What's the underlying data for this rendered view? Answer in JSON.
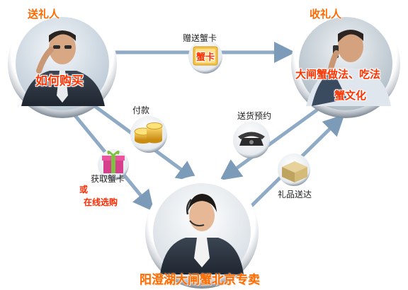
{
  "roles": {
    "sender": "送礼人",
    "receiver": "收礼人"
  },
  "nodes": {
    "sender_overlay": "如何购买",
    "receiver_overlay_line1": "大闸蟹做法、吃法",
    "receiver_overlay_line2": "蟹文化"
  },
  "steps": {
    "gift_card": "赠送蟹卡",
    "card_badge": "蟹卡",
    "payment": "付款",
    "delivery_appointment": "送货预约",
    "get_card": "获取蟹卡",
    "or": "或",
    "online_purchase": "在线选购",
    "gift_delivered": "礼品送达"
  },
  "brand": {
    "title": "阳澄湖大闸蟹北京专卖"
  },
  "colors": {
    "accent": "#ff6a00",
    "overlay_red": "#ff3300",
    "arrow": "#8aa7c2"
  }
}
